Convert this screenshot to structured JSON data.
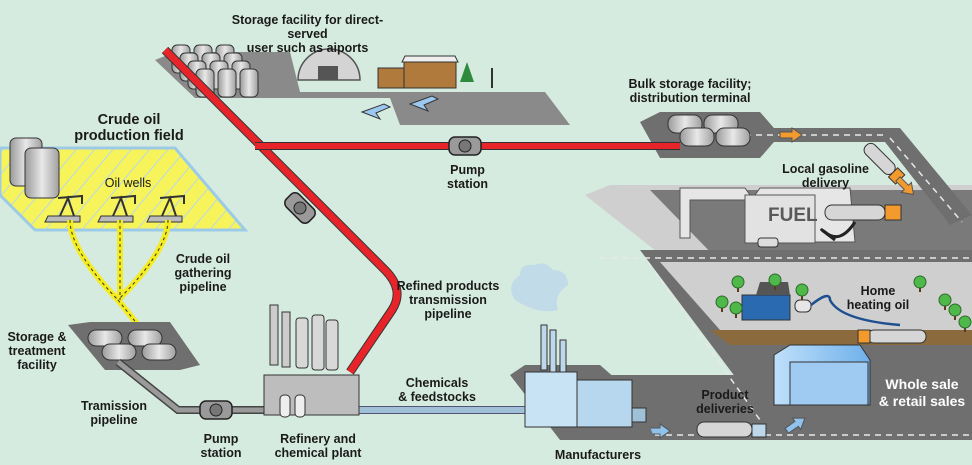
{
  "diagram": {
    "title": "Petroleum supply chain: from crude oil production to end users",
    "colors": {
      "background": "#d6ebdf",
      "refined_pipeline": "#e8242b",
      "crude_gathering_pipeline": "#f5ec1e",
      "transmission_pipeline": "#8c8c8c",
      "chemicals_pipeline": "#9fc0d6",
      "road": "#6e6e6e",
      "lot": "#cfcfcf",
      "delivery_arrow_orange": "#f29a2e",
      "delivery_arrow_blue": "#8fc3ee",
      "production_field": "#f7f35a"
    },
    "labels": {
      "storage_airport": "Storage facility for direct-served\nuser such as aiports",
      "crude_field": "Crude oil\nproduction field",
      "oil_wells": "Oil wells",
      "gathering_pipeline": "Crude oil\ngathering\npipeline",
      "storage_treatment": "Storage &\ntreatment\nfacility",
      "transmission_pipeline": "Tramission\npipeline",
      "pump_station_1": "Pump\nstation",
      "refinery": "Refinery and\nchemical plant",
      "refined_pipeline": "Refined products\ntransmission\npipeline",
      "pump_station_2": "Pump\nstation",
      "bulk_storage": "Bulk storage facility;\ndistribution terminal",
      "local_gasoline": "Local gasoline\ndelivery",
      "fuel_sign": "FUEL",
      "home_heating": "Home\nheating oil",
      "chemicals": "Chemicals\n& feedstocks",
      "manufacturers": "Manufacturers",
      "product_deliveries": "Product\ndeliveries",
      "wholesale": "Whole sale\n& retail sales"
    }
  }
}
